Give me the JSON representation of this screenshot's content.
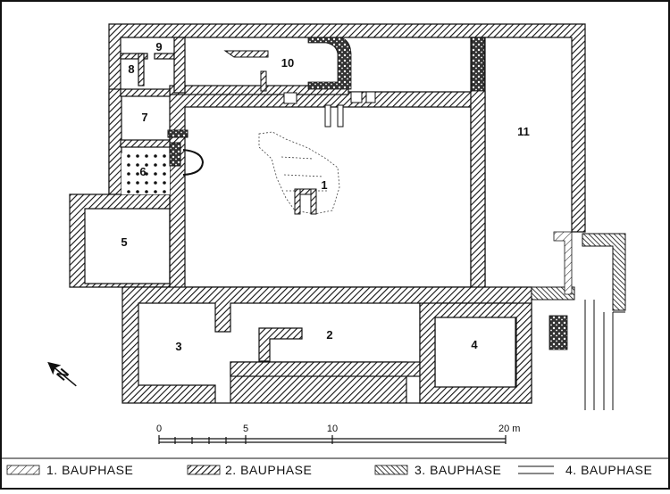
{
  "rooms": {
    "r1": "1",
    "r2": "2",
    "r3": "3",
    "r4": "4",
    "r5": "5",
    "r6": "6",
    "r7": "7",
    "r8": "8",
    "r9": "9",
    "r10": "10",
    "r11": "11"
  },
  "scale": {
    "ticks": [
      "0",
      "5",
      "10",
      "20 m"
    ]
  },
  "legend": [
    {
      "label": "1. BAUPHASE",
      "pattern": "hatch-light"
    },
    {
      "label": "2. BAUPHASE",
      "pattern": "hatch-dense"
    },
    {
      "label": "3. BAUPHASE",
      "pattern": "hatch-back"
    },
    {
      "label": "4. BAUPHASE",
      "pattern": "double-line"
    }
  ],
  "north": {
    "label": "N",
    "icon": "north-arrow-icon"
  },
  "colors": {
    "ink": "#111111",
    "paper": "#ffffff"
  }
}
